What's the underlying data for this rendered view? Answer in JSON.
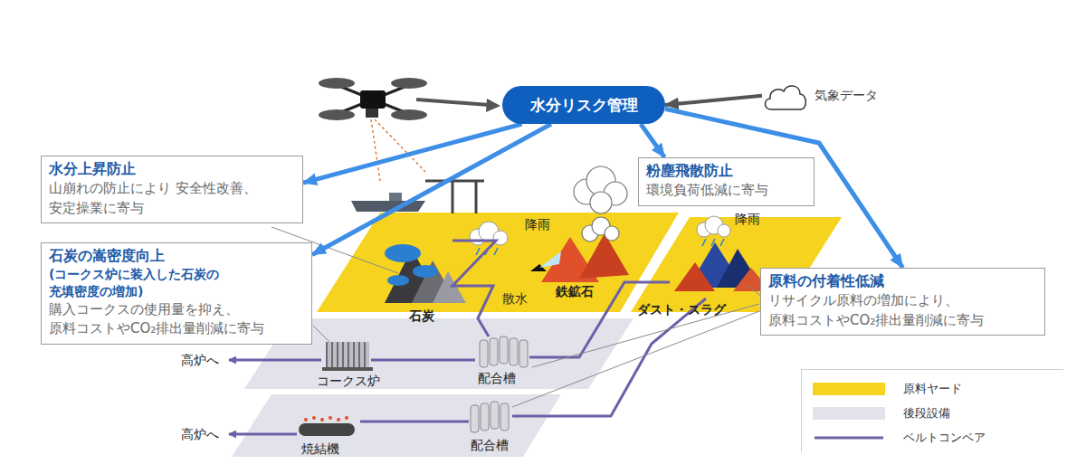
{
  "diagram": {
    "nodes": [
      {
        "text": [
          "水分リスク管理"
        ]
      },
      {
        "text": [
          "気象データ"
        ]
      },
      {
        "text": [
          "水分上昇防止",
          "山崩れの防止により 安全性改善、安定操業に寄与"
        ]
      },
      {
        "text": [
          "粉塵飛散防止",
          "環境負荷低減に寄与"
        ]
      },
      {
        "text": [
          "石炭の嵩密度向上",
          "(コークス炉に装入した石炭の 充填密度の増加)",
          "購入コークスの使用量を抑え、 原料コストやCO₂排出量削減に寄与"
        ]
      },
      {
        "text": [
          "原料の付着性低減",
          "リサイクル原料の増加により、 原料コストやCO₂排出量削減に寄与"
        ]
      }
    ],
    "edges": [
      {
        "from": 1,
        "to": 0,
        "arrow": "to"
      },
      {
        "from": 0,
        "to": 2,
        "arrow": "to"
      },
      {
        "from": 0,
        "to": 3,
        "arrow": "to"
      },
      {
        "from": 0,
        "to": 4,
        "arrow": "to"
      },
      {
        "from": 0,
        "to": 5,
        "arrow": "to"
      }
    ],
    "labels": [
      "降雨",
      "降雨",
      "石炭",
      "散水",
      "鉄鉱石",
      "ダスト・スラグ",
      "高炉へ",
      "コークス炉",
      "配合槽",
      "高炉へ",
      "焼結機",
      "配合槽"
    ],
    "legend": [
      {
        "text": "原料ヤード",
        "color": "#f5d31f"
      },
      {
        "text": "後段設備",
        "color": "#e2e2ea"
      },
      {
        "text": "ベルトコンベア"
      }
    ]
  }
}
